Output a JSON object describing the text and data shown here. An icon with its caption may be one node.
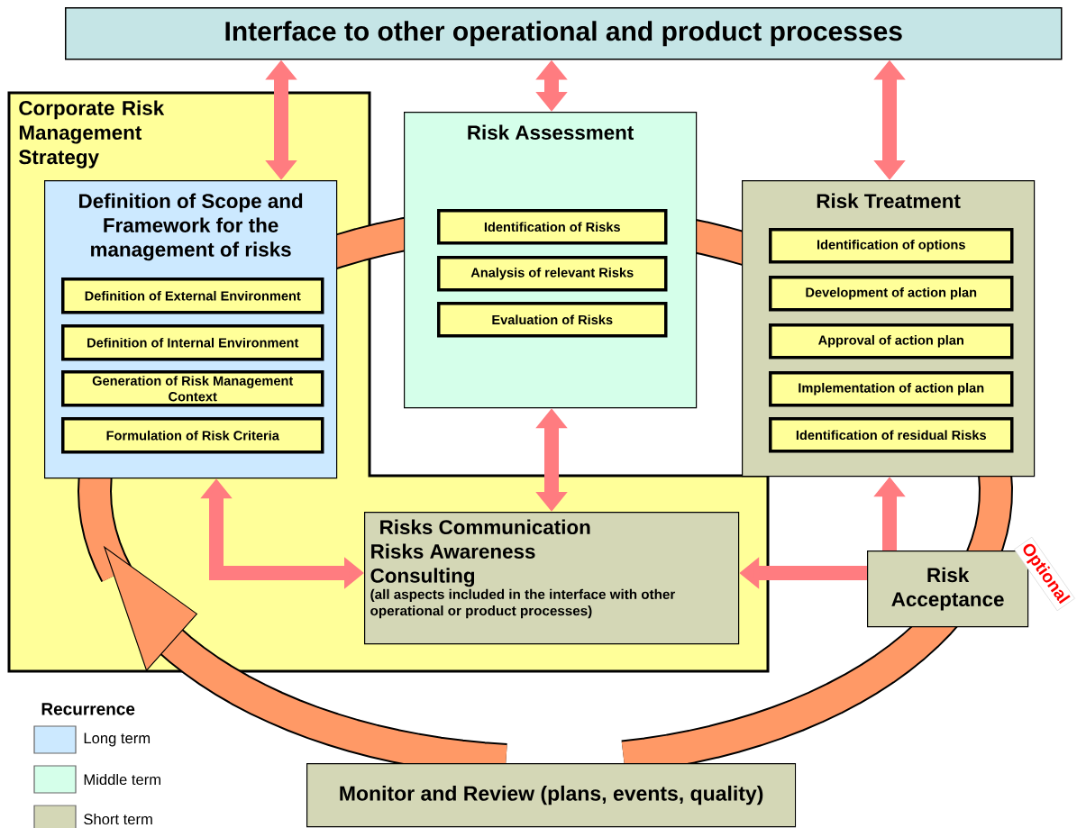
{
  "diagram": {
    "nodes": [
      {
        "text": [
          "Interface to other operational and product processes"
        ]
      },
      {
        "text": [
          "Corporate Risk Management Strategy"
        ]
      },
      {
        "text": [
          "Definition of Scope and Framework for the management of risks"
        ],
        "in": 1
      },
      {
        "text": [
          "Definition of External Environment"
        ],
        "in": 2
      },
      {
        "text": [
          "Definition of Internal Environment"
        ],
        "in": 2
      },
      {
        "text": [
          "Generation of Risk Management Context"
        ],
        "in": 2
      },
      {
        "text": [
          "Formulation of Risk Criteria"
        ],
        "in": 2
      },
      {
        "text": [
          "Risk Assessment"
        ]
      },
      {
        "text": [
          "Identification of Risks"
        ],
        "in": 7
      },
      {
        "text": [
          "Analysis of relevant Risks"
        ],
        "in": 7
      },
      {
        "text": [
          "Evaluation of Risks"
        ],
        "in": 7
      },
      {
        "text": [
          "Risk Treatment"
        ]
      },
      {
        "text": [
          "Identification of options"
        ],
        "in": 11
      },
      {
        "text": [
          "Development of action plan"
        ],
        "in": 11
      },
      {
        "text": [
          "Approval of action plan"
        ],
        "in": 11
      },
      {
        "text": [
          "Implementation of action plan"
        ],
        "in": 11
      },
      {
        "text": [
          "Identification of residual Risks"
        ],
        "in": 11
      },
      {
        "text": [
          "Risks Communication",
          "Risks Awareness",
          "Consulting",
          "(all aspects included in the interface with other operational or product processes)"
        ],
        "in": 1
      },
      {
        "text": [
          "Risk Acceptance"
        ],
        "beside": [
          "Optional"
        ]
      },
      {
        "text": [
          "Monitor and Review (plans, events, quality)"
        ]
      }
    ],
    "edges": [
      {
        "from": 0,
        "to": 2,
        "arrow": "both"
      },
      {
        "from": 0,
        "to": 7,
        "arrow": "both"
      },
      {
        "from": 0,
        "to": 11,
        "arrow": "both"
      },
      {
        "from": 7,
        "to": 17,
        "arrow": "both"
      },
      {
        "from": 2,
        "to": 17,
        "arrow": "both"
      },
      {
        "from": 18,
        "to": 17,
        "arrow": "to"
      },
      {
        "from": 18,
        "to": 11,
        "arrow": "to"
      }
    ],
    "labels": [
      "Recurrence"
    ],
    "legend": [
      {
        "text": "Long term",
        "color": "#cce9ff"
      },
      {
        "text": "Middle term",
        "color": "#d5ffea"
      },
      {
        "text": "Short term",
        "color": "#d4d7b6"
      }
    ]
  }
}
